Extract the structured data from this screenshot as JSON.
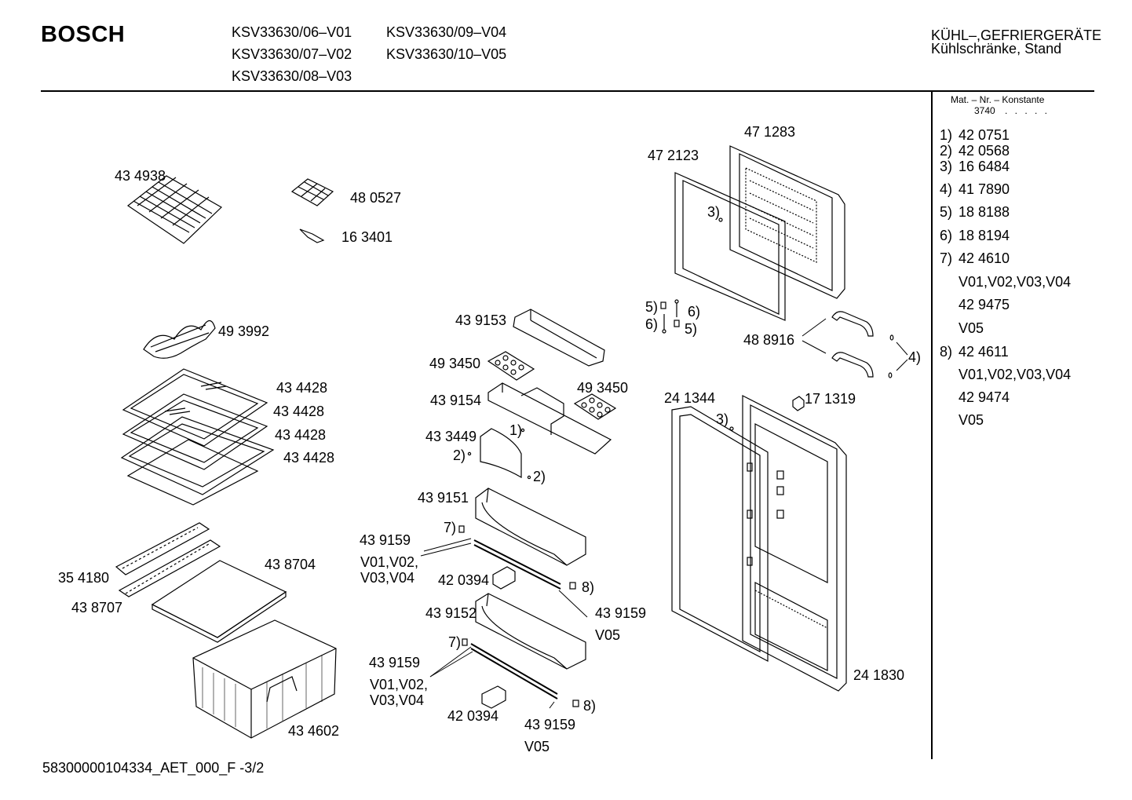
{
  "header": {
    "brand": "BOSCH",
    "models_col1": [
      "KSV33630/06–V01",
      "KSV33630/07–V02",
      "KSV33630/08–V03"
    ],
    "models_col2": [
      "KSV33630/09–V04",
      "KSV33630/10–V05"
    ],
    "category_line1": "KÜHL–,GEFRIERGERÄTE",
    "category_line2": "Kühlschränke, Stand"
  },
  "material_panel": {
    "heading": "Mat. – Nr. – Konstante",
    "constant": "3740",
    "dots": ". . . . ."
  },
  "legend": [
    {
      "key": "1)",
      "value": "42 0751"
    },
    {
      "key": "2)",
      "value": "42 0568"
    },
    {
      "key": "3)",
      "value": "16 6484"
    },
    {
      "key": "4)",
      "value": "41 7890"
    },
    {
      "key": "5)",
      "value": "18 8188"
    },
    {
      "key": "6)",
      "value": "18 8194"
    },
    {
      "key": "7)",
      "value": "42 4610"
    },
    {
      "key": "",
      "value": "V01,V02,V03,V04"
    },
    {
      "key": "",
      "value": "42 9475"
    },
    {
      "key": "",
      "value": "V05"
    },
    {
      "key": "8)",
      "value": "42 4611"
    },
    {
      "key": "",
      "value": "V01,V02,V03,V04"
    },
    {
      "key": "",
      "value": "42 9474"
    },
    {
      "key": "",
      "value": "V05"
    }
  ],
  "part_labels": {
    "p434938": "43 4938",
    "p480527": "48 0527",
    "p163401": "16 3401",
    "p493992": "49 3992",
    "p434428a": "43 4428",
    "p434428b": "43 4428",
    "p434428c": "43 4428",
    "p434428d": "43 4428",
    "p354180": "35 4180",
    "p438704": "43 8704",
    "p438707": "43 8707",
    "p434602": "43 4602",
    "p439153": "43 9153",
    "p493450a": "49 3450",
    "p493450b": "49 3450",
    "p439154": "43 9154",
    "p433449": "43 3449",
    "r1": "1)",
    "r2a": "2)",
    "r2b": "2)",
    "p439151": "43 9151",
    "r7a": "7)",
    "p439159a": "43 9159",
    "v0102a": "V01,V02,",
    "v0304a": "V03,V04",
    "p420394a": "42 0394",
    "r8a": "8)",
    "p439159b": "43 9159",
    "v05a": "V05",
    "p439152": "43 9152",
    "r7b": "7)",
    "p439159c": "43 9159",
    "v0102b": "V01,V02,",
    "v0304b": "V03,V04",
    "p420394b": "42 0394",
    "r8b": "8)",
    "p439159d": "43 9159",
    "v05b": "V05",
    "p471283": "47 1283",
    "p472123": "47 2123",
    "r3a": "3)",
    "r5a": "5)",
    "r6a": "6)",
    "r6b": "6)",
    "r5b": "5)",
    "p488916": "48 8916",
    "r4": "4)",
    "p241344": "24 1344",
    "p171319": "17 1319",
    "r3b": "3)",
    "p241830": "24 1830"
  },
  "footer": "58300000104334_AET_000_F  -3/2"
}
